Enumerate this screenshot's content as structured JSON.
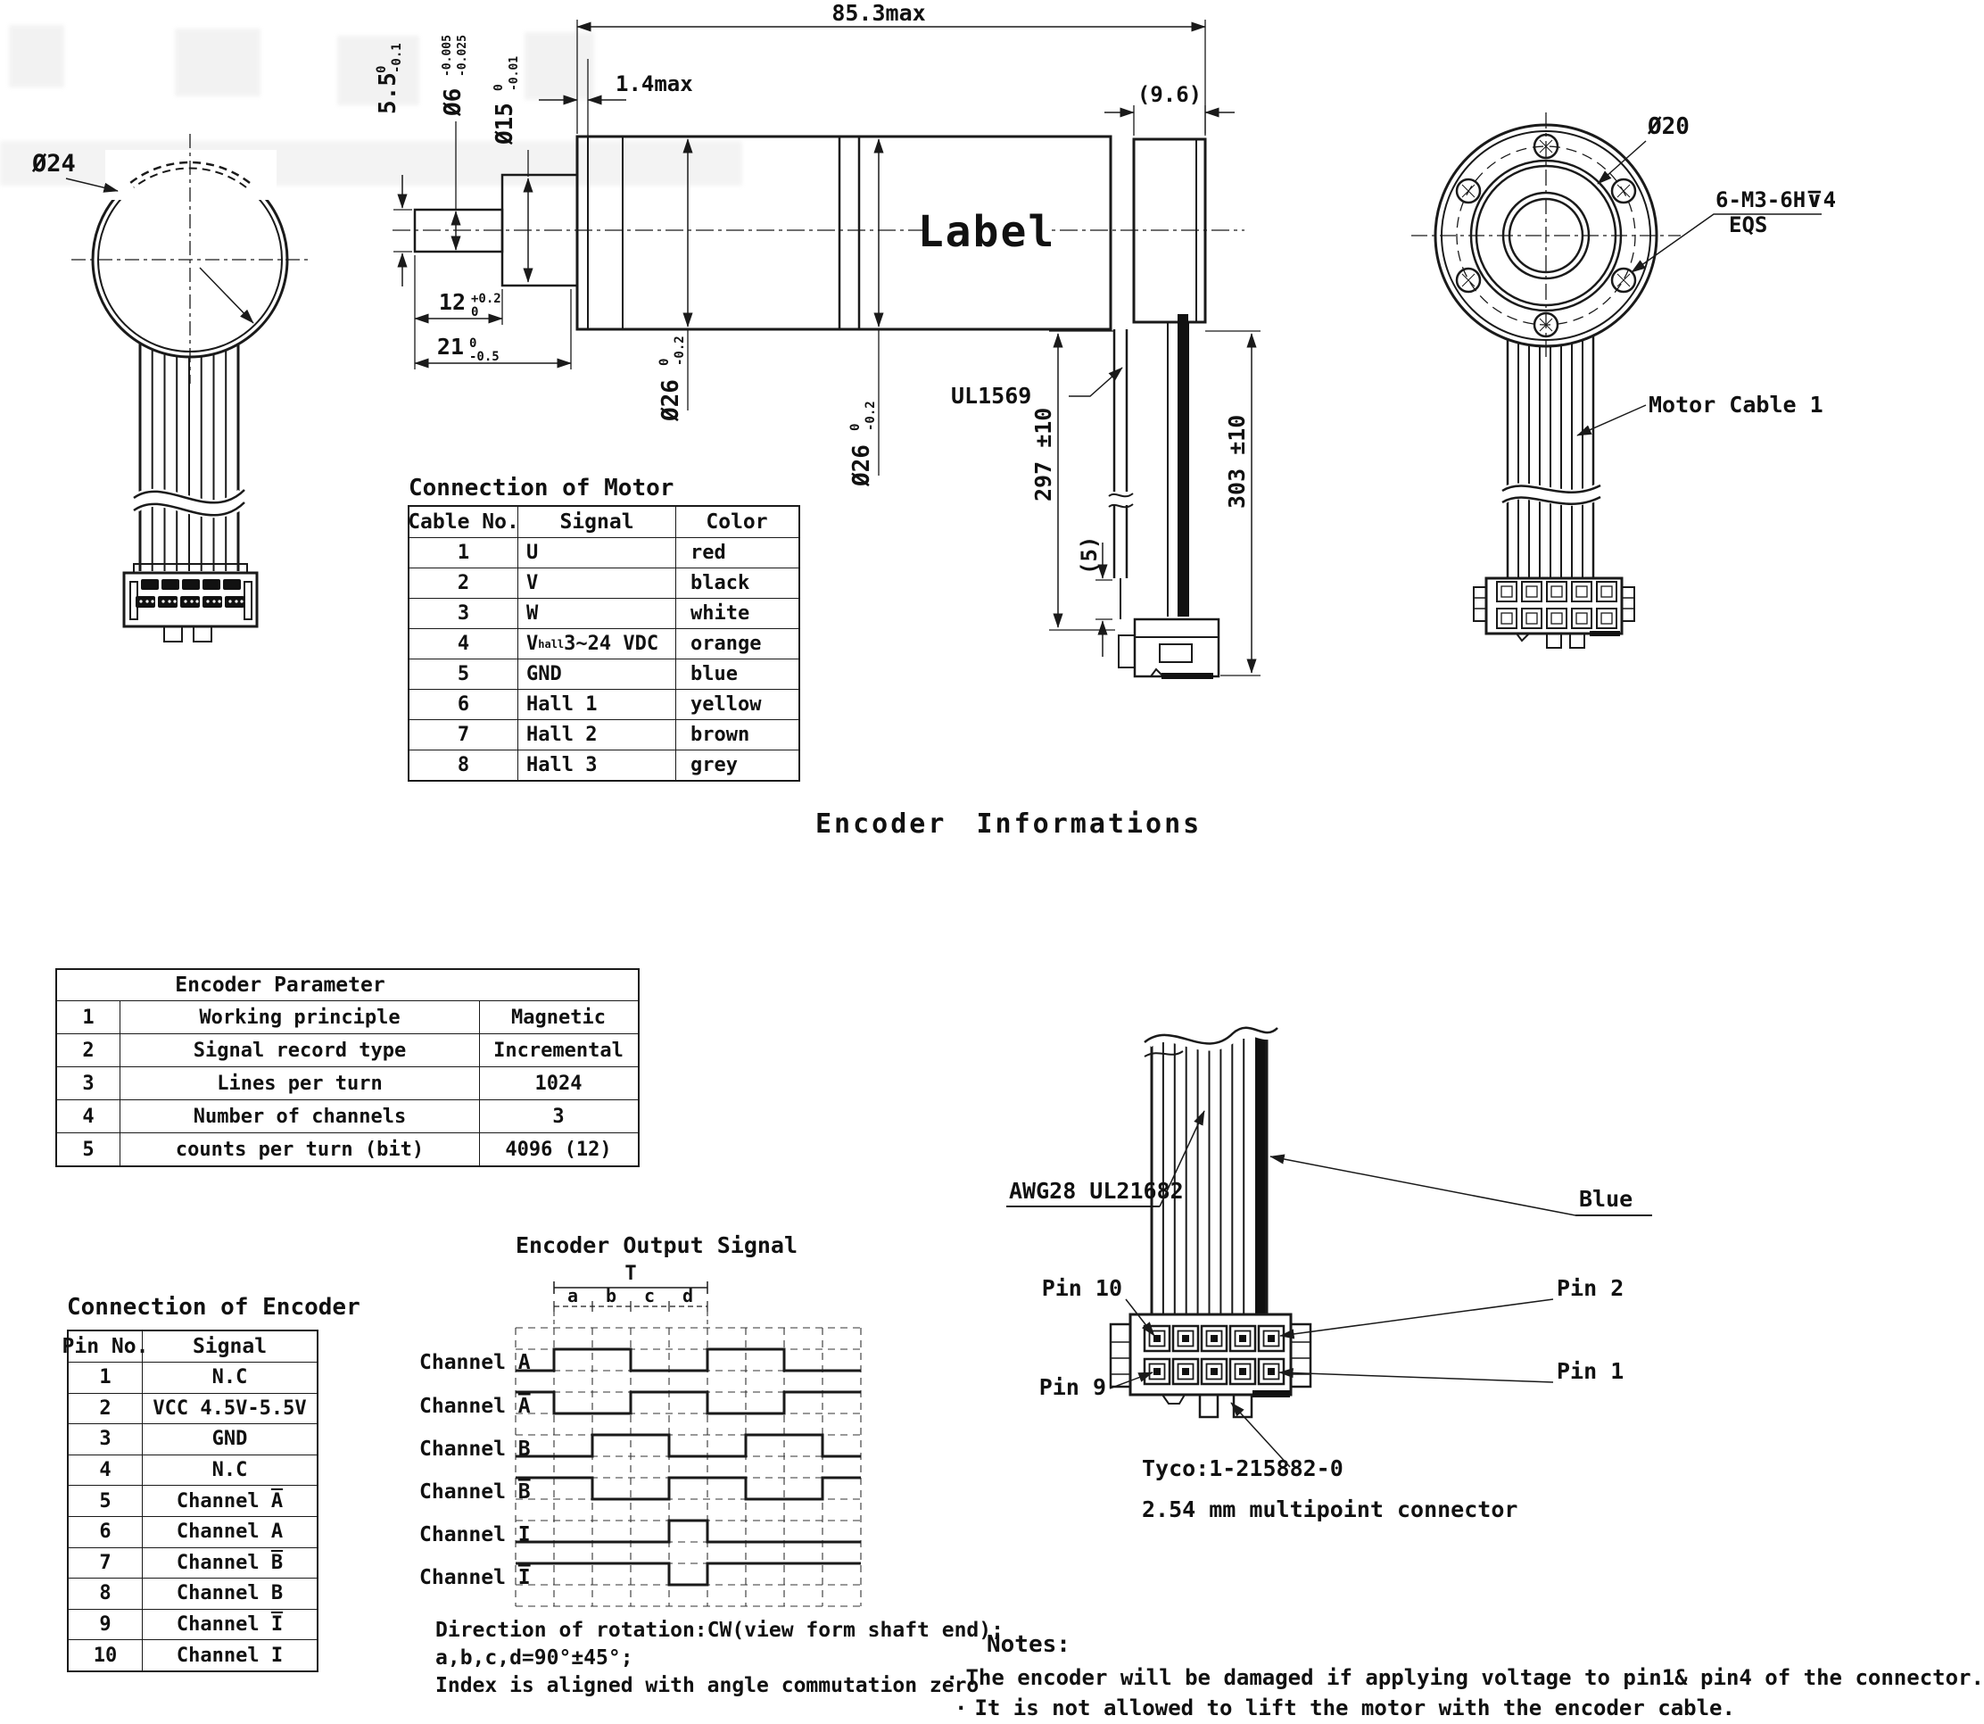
{
  "front_view": {
    "dia": "Ø24"
  },
  "side_view": {
    "overall": "85.3max",
    "front": "1.4max",
    "cap": "(9.6)",
    "label": "Label",
    "wire": "UL1569",
    "len297": "297 ±10",
    "len303": "303 ±10",
    "len5": "(5)",
    "sh_h": {
      "v": "5.5",
      "up": "0",
      "dn": "-0.1"
    },
    "sh_d": {
      "v": "Ø6",
      "up": "-0.005",
      "dn": "-0.025"
    },
    "hub_d": {
      "v": "Ø15",
      "up": "0",
      "dn": "-0.01"
    },
    "sh_len": {
      "v": "12",
      "up": "+0.2",
      "dn": "0"
    },
    "gb_len": {
      "v": "21",
      "up": "0",
      "dn": "-0.5"
    },
    "d26a": {
      "v": "Ø26",
      "up": "0",
      "dn": "-0.2"
    },
    "d26b": {
      "v": "Ø26",
      "up": "0",
      "dn": "-0.2"
    }
  },
  "rear_view": {
    "dia": "Ø20",
    "thread": "6-M3-6H⊽4",
    "eqs": "EQS",
    "cable": "Motor Cable 1"
  },
  "motor_table": {
    "title": "Connection of Motor",
    "headers": [
      "Cable No.",
      "Signal",
      "Color"
    ],
    "rows": [
      {
        "no": "1",
        "signal": "U",
        "color": "red"
      },
      {
        "no": "2",
        "signal": "V",
        "color": "black"
      },
      {
        "no": "3",
        "signal": "W",
        "color": "white"
      },
      {
        "no": "4",
        "signal": "V",
        "sub": "hall",
        "signal2": " 3~24 VDC",
        "color": "orange"
      },
      {
        "no": "5",
        "signal": "GND",
        "color": "blue"
      },
      {
        "no": "6",
        "signal": "Hall 1",
        "color": "yellow"
      },
      {
        "no": "7",
        "signal": "Hall 2",
        "color": "brown"
      },
      {
        "no": "8",
        "signal": "Hall 3",
        "color": "grey"
      }
    ]
  },
  "section_title": "Encoder Informations",
  "param_table": {
    "title": "Encoder Parameter",
    "rows": [
      {
        "no": "1",
        "param": "Working principle",
        "value": "Magnetic"
      },
      {
        "no": "2",
        "param": "Signal record type",
        "value": "Incremental"
      },
      {
        "no": "3",
        "param": "Lines per turn",
        "value": "1024"
      },
      {
        "no": "4",
        "param": "Number of channels",
        "value": "3"
      },
      {
        "no": "5",
        "param": "counts per turn (bit)",
        "value": "4096 (12)"
      }
    ]
  },
  "encoder_table": {
    "title": "Connection of Encoder",
    "headers": [
      "Pin No.",
      "Signal"
    ],
    "rows": [
      {
        "no": "1",
        "signal": "N.C"
      },
      {
        "no": "2",
        "signal": "VCC 4.5V-5.5V"
      },
      {
        "no": "3",
        "signal": "GND"
      },
      {
        "no": "4",
        "signal": "N.C"
      },
      {
        "no": "5",
        "signal": "Channel A̅"
      },
      {
        "no": "6",
        "signal": "Channel A"
      },
      {
        "no": "7",
        "signal": "Channel B̅"
      },
      {
        "no": "8",
        "signal": "Channel B"
      },
      {
        "no": "9",
        "signal": "Channel I̅"
      },
      {
        "no": "10",
        "signal": "Channel I"
      }
    ]
  },
  "waveform": {
    "title": "Encoder Output Signal",
    "period": "T",
    "subdiv": [
      "a",
      "b",
      "c",
      "d"
    ],
    "channels": [
      "Channel A",
      "Channel A̅",
      "Channel B",
      "Channel B̅",
      "Channel I",
      "Channel I̅"
    ],
    "notes": [
      "Direction of rotation:CW(view form shaft end);",
      "a,b,c,d=90°±45°;",
      "Index is aligned with angle commutation zero"
    ]
  },
  "connector_detail": {
    "awg": "AWG28 UL21682",
    "blue": "Blue",
    "pin10": "Pin 10",
    "pin2": "Pin 2",
    "pin9": "Pin 9",
    "pin1": "Pin 1",
    "part": "Tyco:1-215882-0",
    "pitch": "2.54 mm multipoint connector"
  },
  "notes": {
    "title": "Notes:",
    "bullet": "·",
    "items": [
      "The encoder will be damaged if applying voltage to pin1& pin4 of the connector.",
      "It is not allowed to lift the motor with the encoder cable."
    ]
  }
}
